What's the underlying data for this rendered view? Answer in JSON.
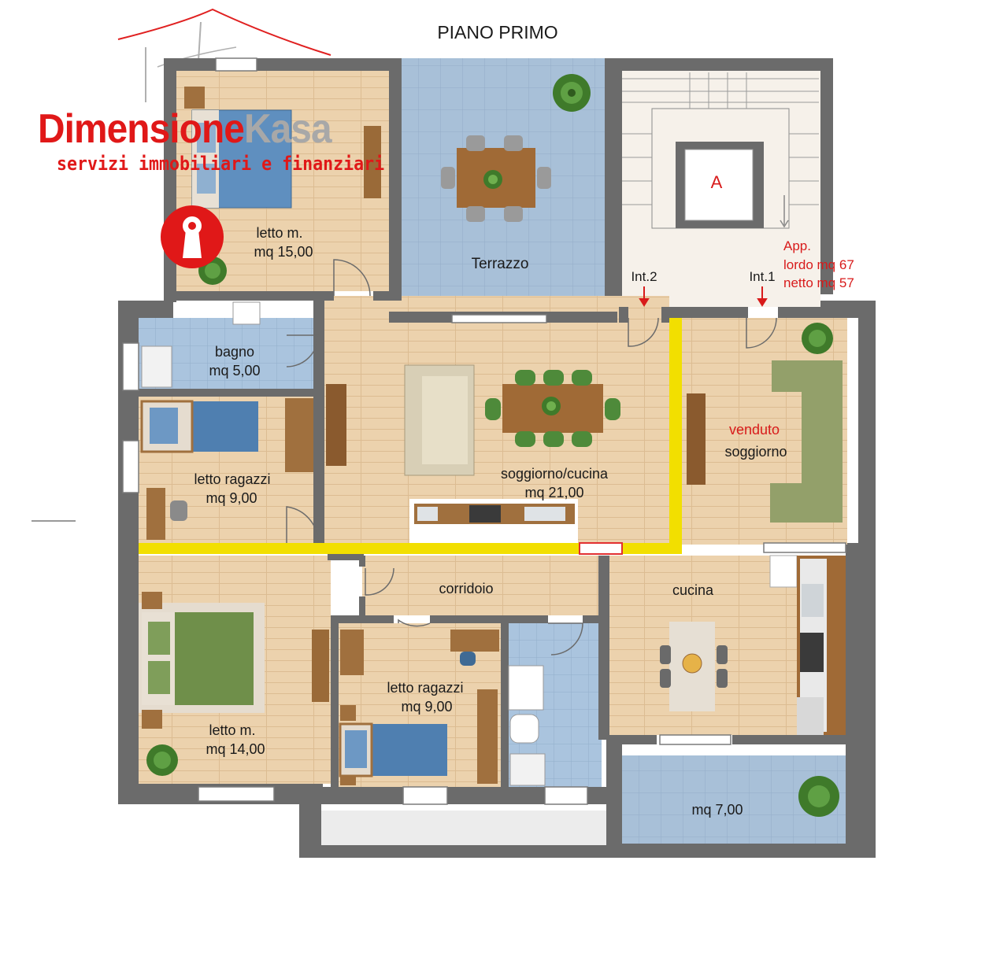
{
  "title": "PIANO PRIMO",
  "logo": {
    "brand_part1": "Dimensione",
    "brand_part2": "Kasa",
    "tagline": "servizi immobiliari e finanziari",
    "accent_color": "#e01818",
    "secondary_color": "#a8a8a8"
  },
  "rooms": {
    "letto_m_top": {
      "name": "letto m.",
      "area": "mq 15,00"
    },
    "terrazzo": {
      "name": "Terrazzo"
    },
    "bagno": {
      "name": "bagno",
      "area": "mq 5,00"
    },
    "letto_ragazzi_left": {
      "name": "letto ragazzi",
      "area": "mq 9,00"
    },
    "soggiorno_cucina": {
      "name": "soggiorno/cucina",
      "area": "mq 21,00"
    },
    "venduto": {
      "status": "venduto",
      "name": "soggiorno"
    },
    "corridoio": {
      "name": "corridoio"
    },
    "cucina": {
      "name": "cucina"
    },
    "letto_m_bottom": {
      "name": "letto m.",
      "area": "mq 14,00"
    },
    "letto_ragazzi_bottom": {
      "name": "letto ragazzi",
      "area": "mq 9,00"
    },
    "balcony": {
      "area": "mq 7,00"
    }
  },
  "stair": {
    "elevator": "A",
    "int2": "Int.2",
    "int1": "Int.1"
  },
  "apartment_info": {
    "line1": "App.",
    "line2": "lordo mq 67",
    "line3": "netto mq 57"
  },
  "colors": {
    "wood_floor": "#e9cda8",
    "tile_blue": "#a9c3dd",
    "terrace_blue": "#a7bfd6",
    "wall": "#6e6e6e",
    "highlight_yellow": "#f4e000",
    "label_red": "#d81b1b"
  }
}
